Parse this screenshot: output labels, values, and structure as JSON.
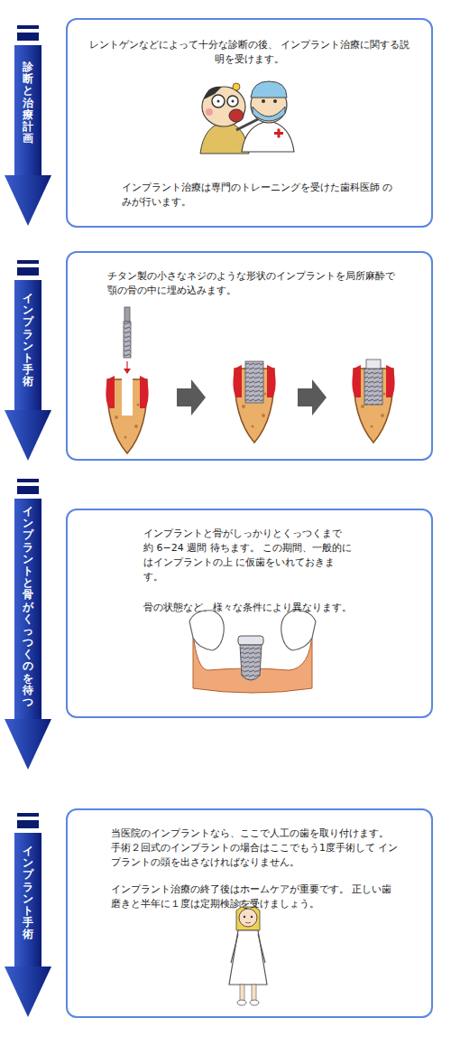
{
  "diagram": {
    "nodes": [
      {
        "text": [
          "診断と治療計画"
        ]
      },
      {
        "text": [
          "レントゲンなどによって十分な診断の後、 インプラント治療に関する説明を受けます。",
          "インプラント治療は専門のトレーニングを受けた歯科医師 のみが行います。"
        ]
      },
      {
        "text": [
          "インプラント手術"
        ]
      },
      {
        "text": [
          "チタン製の小さなネジのような形状のインプラントを局所麻酔で 顎の骨の中に埋め込みます。"
        ]
      },
      {
        "text": [
          "インプラントと骨がくっつくのを待つ"
        ]
      },
      {
        "text": [
          "インプラントと骨がしっかりとくっつくまで 約 6−24 週間 待ちます。 この期間、一般的にはインプラントの上 に仮歯をいれておきます。",
          "骨の状態など、様々な条件により異なります。"
        ]
      },
      {
        "text": [
          "インプラント手術"
        ]
      },
      {
        "text": [
          "当医院のインプラントなら、ここで人工の歯を取り付けます。 手術２回式のインプラントの場合はここでもう1度手術して インプラントの頭を出さなければなりません。",
          "インプラント治療の終了後はホームケアが重要です。 正しい歯磨きと半年に１度は定期検診を受けましょう。"
        ]
      }
    ]
  }
}
